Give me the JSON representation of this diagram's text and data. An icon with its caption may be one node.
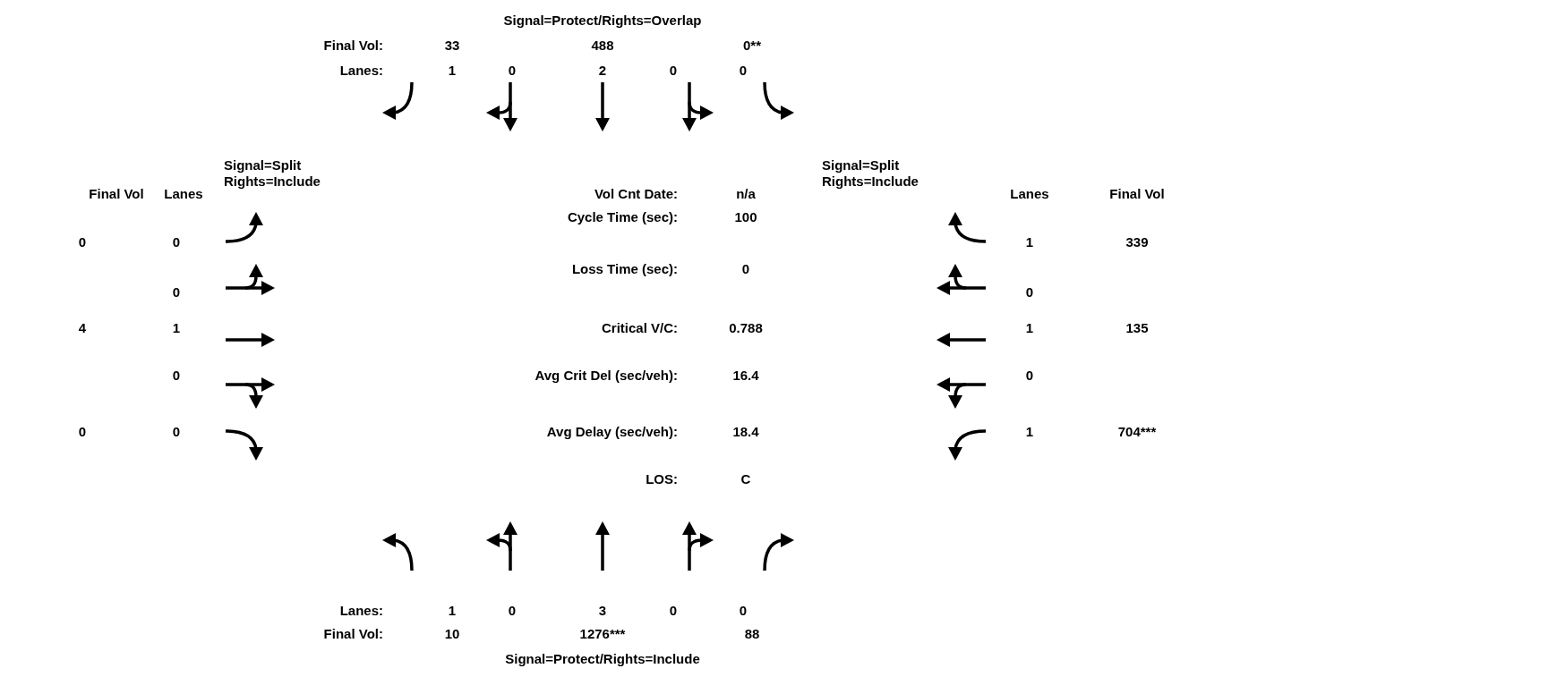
{
  "diagram": {
    "labels": [
      "Signal=Protect/Rights=Overlap",
      "Final Vol:",
      "33",
      "488",
      "0**",
      "Lanes:",
      "1",
      "0",
      "2",
      "0",
      "0",
      "Signal=Split Rights=Include",
      "Final Vol",
      "Lanes",
      "Vol Cnt Date:",
      "n/a",
      "Signal=Split Rights=Include",
      "Lanes",
      "Final Vol",
      "Cycle Time (sec):",
      "100",
      "0",
      "0",
      "1",
      "339",
      "Loss Time (sec):",
      "0",
      "0",
      "0",
      "4",
      "1",
      "Critical V/C:",
      "0.788",
      "1",
      "135",
      "0",
      "Avg Crit Del (sec/veh):",
      "16.4",
      "0",
      "0",
      "0",
      "Avg Delay (sec/veh):",
      "18.4",
      "1",
      "704***",
      "LOS:",
      "C",
      "Lanes:",
      "1",
      "0",
      "3",
      "0",
      "0",
      "Final Vol:",
      "10",
      "1276***",
      "88",
      "Signal=Protect/Rights=Include"
    ]
  }
}
